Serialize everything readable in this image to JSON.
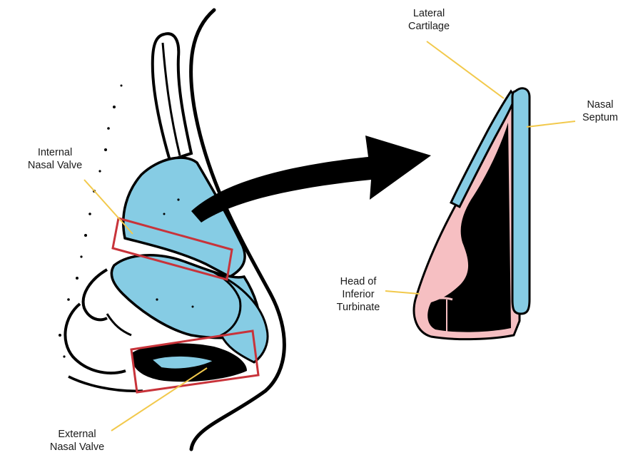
{
  "labels": {
    "internal_valve": [
      "Internal",
      "Nasal Valve"
    ],
    "external_valve": [
      "External",
      "Nasal Valve"
    ],
    "lateral_cartilage": [
      "Lateral",
      "Cartilage"
    ],
    "nasal_septum": [
      "Nasal",
      "Septum"
    ],
    "inferior_turbinate": [
      "Head of",
      "Inferior",
      "Turbinate"
    ]
  },
  "colors": {
    "tissue": "#86cce4",
    "mucosa": "#f6bfc2",
    "highlight_box": "#c8333a",
    "leader_line": "#f2c94c",
    "outline": "#000000"
  }
}
